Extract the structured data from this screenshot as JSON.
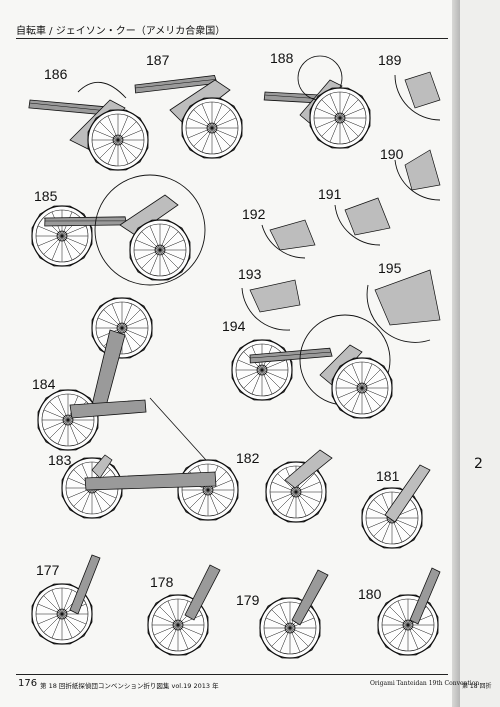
{
  "header": {
    "text": "自転車 / ジェイソン・クー（アメリカ合衆国）"
  },
  "footer": {
    "page_number": "176",
    "japanese": "第 18 回折紙探偵団コンベンション折り図集 vol.19 2013 年",
    "english": "Origami Tanteidan 19th Convention"
  },
  "next_page": {
    "digit": "2",
    "footer_fragment": "第 18 回折"
  },
  "steps": [
    "186",
    "187",
    "188",
    "189",
    "190",
    "185",
    "191",
    "192",
    "193",
    "195",
    "194",
    "184",
    "183",
    "182",
    "181",
    "177",
    "178",
    "179",
    "180"
  ],
  "colors": {
    "paper": "#f7f7f5",
    "ink": "#111111",
    "shade": "#9a9a9a",
    "gutter": "#1a1a1a"
  }
}
